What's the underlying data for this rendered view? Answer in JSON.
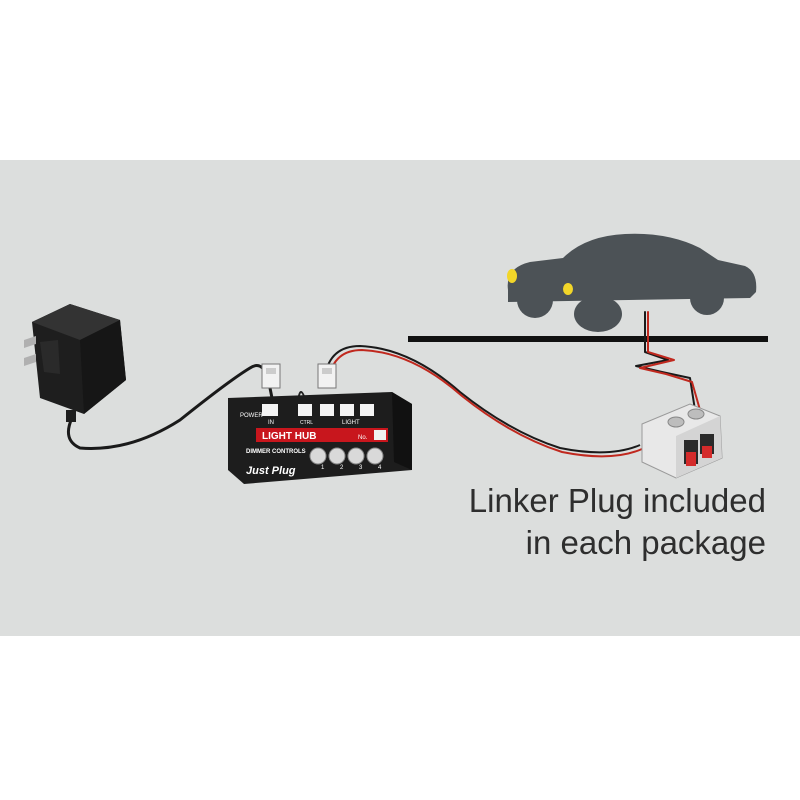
{
  "caption": {
    "line1": "Linker Plug included",
    "line2": "in each package"
  },
  "hub": {
    "power_label": "POWER",
    "in_label": "IN",
    "ctrl_label": "CTRL",
    "light_label": "LIGHT",
    "title": "LIGHT HUB",
    "number_label": "No.",
    "dimmer_label": "DIMMER CONTROLS",
    "knob_numbers": [
      "1",
      "2",
      "3",
      "4"
    ],
    "brand": "Just Plug"
  },
  "colors": {
    "background_band": "#dcdedd",
    "car": "#4c5256",
    "headlight": "#f2d629",
    "hub_body": "#1d1d1d",
    "hub_label_red": "#c8161d",
    "wire_red": "#c0281e",
    "wire_black": "#1a1a1a",
    "track": "#111111"
  },
  "icons": [
    "power-adapter-icon",
    "car-icon",
    "light-hub-icon",
    "linker-plug-icon",
    "connector-plug-icon"
  ]
}
